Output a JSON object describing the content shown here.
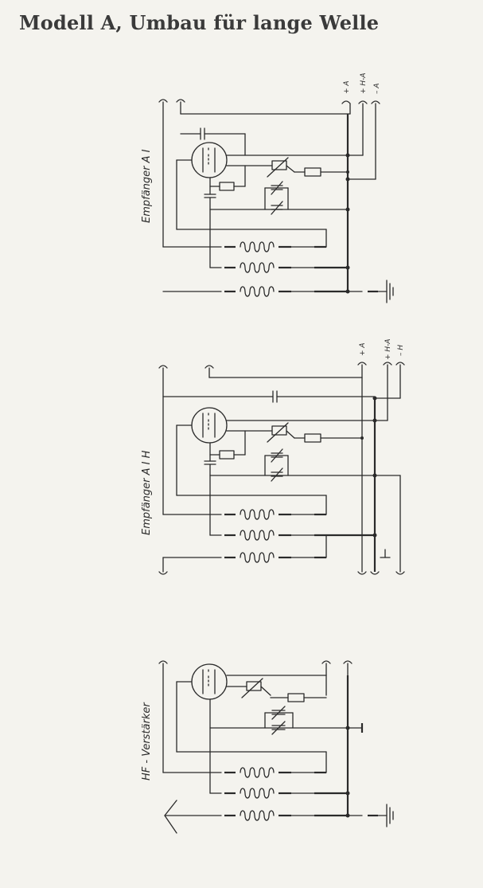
{
  "page_title": "Modell A, Umbau für lange Welle",
  "circuits": [
    {
      "id": "a1",
      "label": "Empfänger A I",
      "terminals": [
        "+ A",
        "+ H-A",
        "– A"
      ]
    },
    {
      "id": "a1h",
      "label": "Empfänger A I H",
      "terminals": [
        "+ A",
        "+ H-A",
        "– H"
      ]
    },
    {
      "id": "hf",
      "label": "HF - Verstärker",
      "terminals": []
    }
  ],
  "colors": {
    "ink": "#2a2a2a",
    "paper": "#f4f3ee"
  }
}
